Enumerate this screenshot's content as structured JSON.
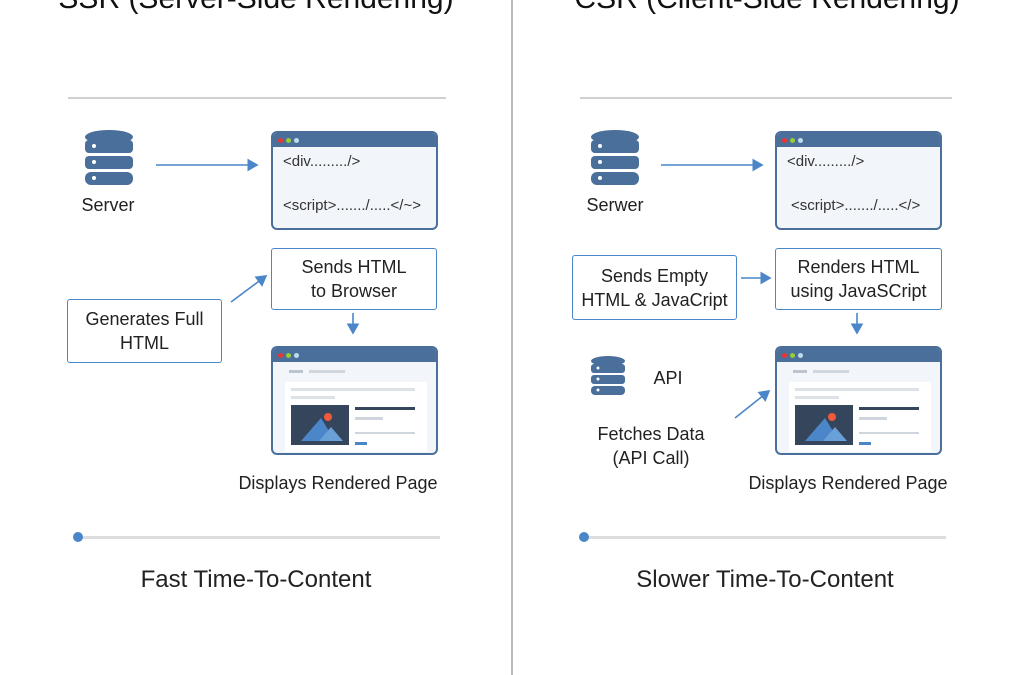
{
  "ssr": {
    "title": "SSR (Server-Side Rendering)",
    "server_label": "Server",
    "code_line1": "<div........./>",
    "code_line2": "<script>......./.....</~>",
    "sends_box": [
      "Sends HTML",
      "to Browser"
    ],
    "generates_box": [
      "Generates Full",
      "HTML"
    ],
    "displays_label": "Displays Rendered Page",
    "footer": "Fast Time-To-Content"
  },
  "csr": {
    "title": "CSR (Client-Side Rendering)",
    "server_label": "Serwer",
    "code_line1": "<div........./>",
    "code_line2": "<script>......./.....</>",
    "sends_box": [
      "Sends Empty",
      "HTML & JavaCript"
    ],
    "renders_box": [
      "Renders HTML",
      "using JavaSCript"
    ],
    "api_label": "API",
    "fetches_label": [
      "Fetches Data",
      "(API Call)"
    ],
    "displays_label": "Displays Rendered Page",
    "footer": "Slower Time-To-Content"
  },
  "colors": {
    "accent": "#4a86c8",
    "window": "#4a6f9a"
  }
}
